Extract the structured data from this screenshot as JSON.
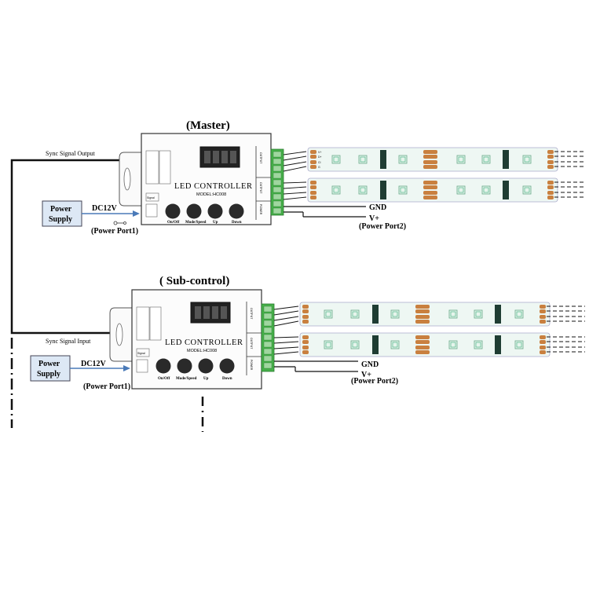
{
  "master": {
    "title": "(Master)",
    "sync_label": "Sync Signal Output",
    "controller_text": "LED  CONTROLLER",
    "model_text": "MODEL:HC008",
    "buttons": [
      "On/Off",
      "Mode/Speed",
      "Up",
      "Down"
    ],
    "signal_tag": "Signal",
    "output_tags": [
      "OUTPUT",
      "OUTPUT",
      "POWER"
    ],
    "power_supply": [
      "Power",
      "Supply"
    ],
    "dc_label": "DC12V",
    "power_port1": "(Power Port1)",
    "gnd_label": "GND",
    "vplus_label": "V+",
    "power_port2": "(Power Port2)"
  },
  "sub": {
    "title": "( Sub-control)",
    "sync_label": "Sync Signal Input",
    "controller_text": "LED  CONTROLLER",
    "model_text": "MODEL:HC008",
    "buttons": [
      "On/Off",
      "Mode/Speed",
      "Up",
      "Down"
    ],
    "signal_tag": "Signal",
    "output_tags": [
      "OUTPUT",
      "OUTPUT",
      "POWER"
    ],
    "power_supply": [
      "Power",
      "Supply"
    ],
    "dc_label": "DC12V",
    "power_port1": "(Power Port1)",
    "gnd_label": "GND",
    "vplus_label": "V+",
    "power_port2": "(Power Port2)"
  },
  "strip_pad_labels": [
    "V+",
    "D+",
    "CI",
    "G"
  ],
  "colors": {
    "terminal_green": "#46b04a",
    "strip_fill": "#eef7f3",
    "pad_orange": "#c9803f",
    "chip_dark": "#1f3d33",
    "arrow_blue": "#4a7ab8",
    "psu_fill": "#dde8f5"
  }
}
